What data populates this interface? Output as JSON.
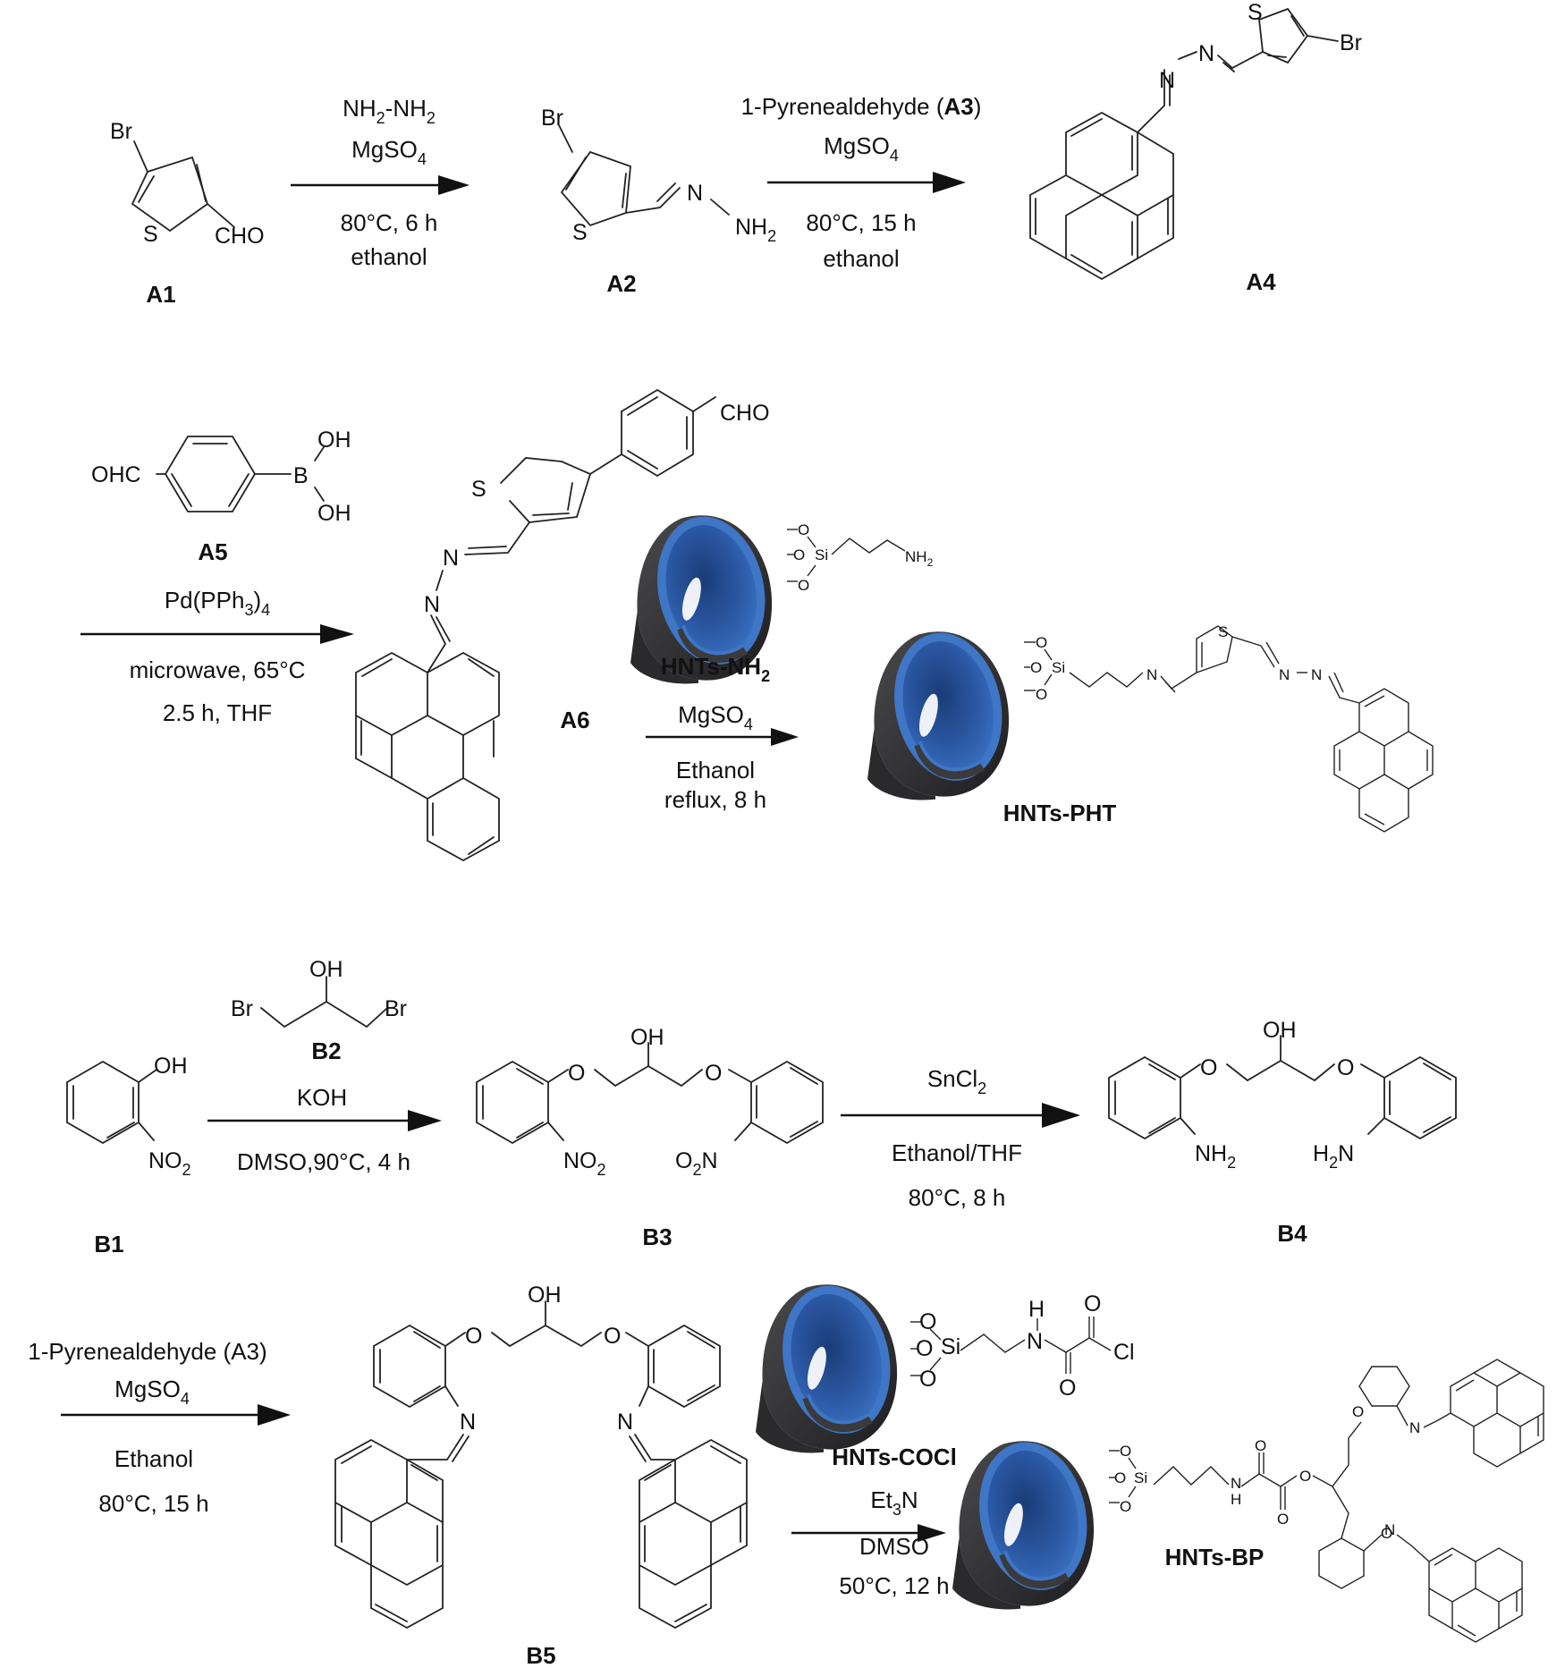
{
  "figure": {
    "title": "Synthesis of HNTs-PHT and HNTs-BP",
    "colors": {
      "tube_outer": "#2e2e30",
      "tube_inner": "#2f5fa8",
      "tube_rim": "#3f76c6",
      "ink": "#111111"
    }
  },
  "scheme_a": {
    "compounds": {
      "A1": {
        "label": "A1",
        "atoms": [
          "Br",
          "S",
          "CHO"
        ]
      },
      "A2": {
        "label": "A2",
        "atoms": [
          "Br",
          "S",
          "N",
          "NH",
          "2"
        ]
      },
      "A4": {
        "label": "A4",
        "atoms": [
          "S",
          "Br",
          "N",
          "N"
        ]
      },
      "A5": {
        "label": "A5",
        "atoms": [
          "OHC",
          "B",
          "OH",
          "OH"
        ]
      },
      "A6": {
        "label": "A6",
        "atoms": [
          "CHO",
          "S",
          "N",
          "N"
        ]
      },
      "HNTs_NH2": {
        "label_main": "HNTs-NH",
        "label_sub": "2",
        "atoms": [
          "O",
          "O",
          "Si",
          "O",
          "NH",
          "2"
        ]
      },
      "HNTs_PHT": {
        "label": "HNTs-PHT",
        "atoms": [
          "O",
          "O",
          "Si",
          "O",
          "N",
          "S",
          "N",
          "N"
        ]
      }
    },
    "steps": [
      {
        "id": "step1",
        "above": [
          {
            "main": "NH",
            "sub": "2",
            "tail": "-NH",
            "sub2": "2"
          },
          {
            "main": "MgSO",
            "sub": "4"
          }
        ],
        "below": [
          "80°C, 6 h",
          "ethanol"
        ]
      },
      {
        "id": "step2",
        "above": [
          {
            "main": "1-Pyrenealdehyde (",
            "bold": "A3",
            "tail": ")"
          },
          {
            "main": "MgSO",
            "sub": "4"
          }
        ],
        "below": [
          "80°C, 15 h",
          "ethanol"
        ]
      },
      {
        "id": "step3",
        "above": [
          {
            "main": "Pd(PPh",
            "sub": "3",
            "tail": ")",
            "sub2": "4"
          }
        ],
        "below": [
          "microwave, 65°C",
          "2.5 h, THF"
        ]
      },
      {
        "id": "step4",
        "above": [
          {
            "main": "MgSO",
            "sub": "4"
          }
        ],
        "below": [
          "Ethanol",
          "reflux, 8 h"
        ]
      }
    ]
  },
  "scheme_b": {
    "compounds": {
      "B1": {
        "label": "B1",
        "atoms": [
          "OH",
          "NO",
          "2"
        ]
      },
      "B2": {
        "label": "B2",
        "atoms": [
          "OH",
          "Br",
          "Br"
        ]
      },
      "B3": {
        "label": "B3",
        "atoms": [
          "OH",
          "O",
          "O",
          "NO",
          "2",
          "O",
          "2",
          "N"
        ]
      },
      "B4": {
        "label": "B4",
        "atoms": [
          "OH",
          "O",
          "O",
          "NH",
          "2",
          "H",
          "2",
          "N"
        ]
      },
      "B5": {
        "label": "B5",
        "atoms": [
          "OH",
          "O",
          "O",
          "N",
          "N"
        ]
      },
      "HNTs_COCl": {
        "label": "HNTs-COCl",
        "atoms": [
          "O",
          "O",
          "Si",
          "O",
          "H",
          "N",
          "O",
          "O",
          "Cl"
        ]
      },
      "HNTs_BP": {
        "label": "HNTs-BP",
        "atoms": [
          "O",
          "O",
          "Si",
          "O",
          "N",
          "H",
          "O",
          "O",
          "O",
          "O",
          "O",
          "N",
          "N"
        ]
      }
    },
    "steps": [
      {
        "id": "step5",
        "above": [
          {
            "main": "KOH"
          }
        ],
        "below": [
          "DMSO,90°C, 4 h"
        ]
      },
      {
        "id": "step6",
        "above": [
          {
            "main": "SnCl",
            "sub": "2"
          }
        ],
        "below": [
          "Ethanol/THF",
          "80°C, 8 h"
        ]
      },
      {
        "id": "step7",
        "above": [
          {
            "main": "1-Pyrenealdehyde (A3)"
          },
          {
            "main": "MgSO",
            "sub": "4"
          }
        ],
        "below": [
          "Ethanol",
          "80°C, 15 h"
        ]
      },
      {
        "id": "step8",
        "above": [
          {
            "main": "Et",
            "sub": "3",
            "tail": "N"
          }
        ],
        "below": [
          "DMSO",
          "50°C, 12 h"
        ]
      }
    ]
  }
}
